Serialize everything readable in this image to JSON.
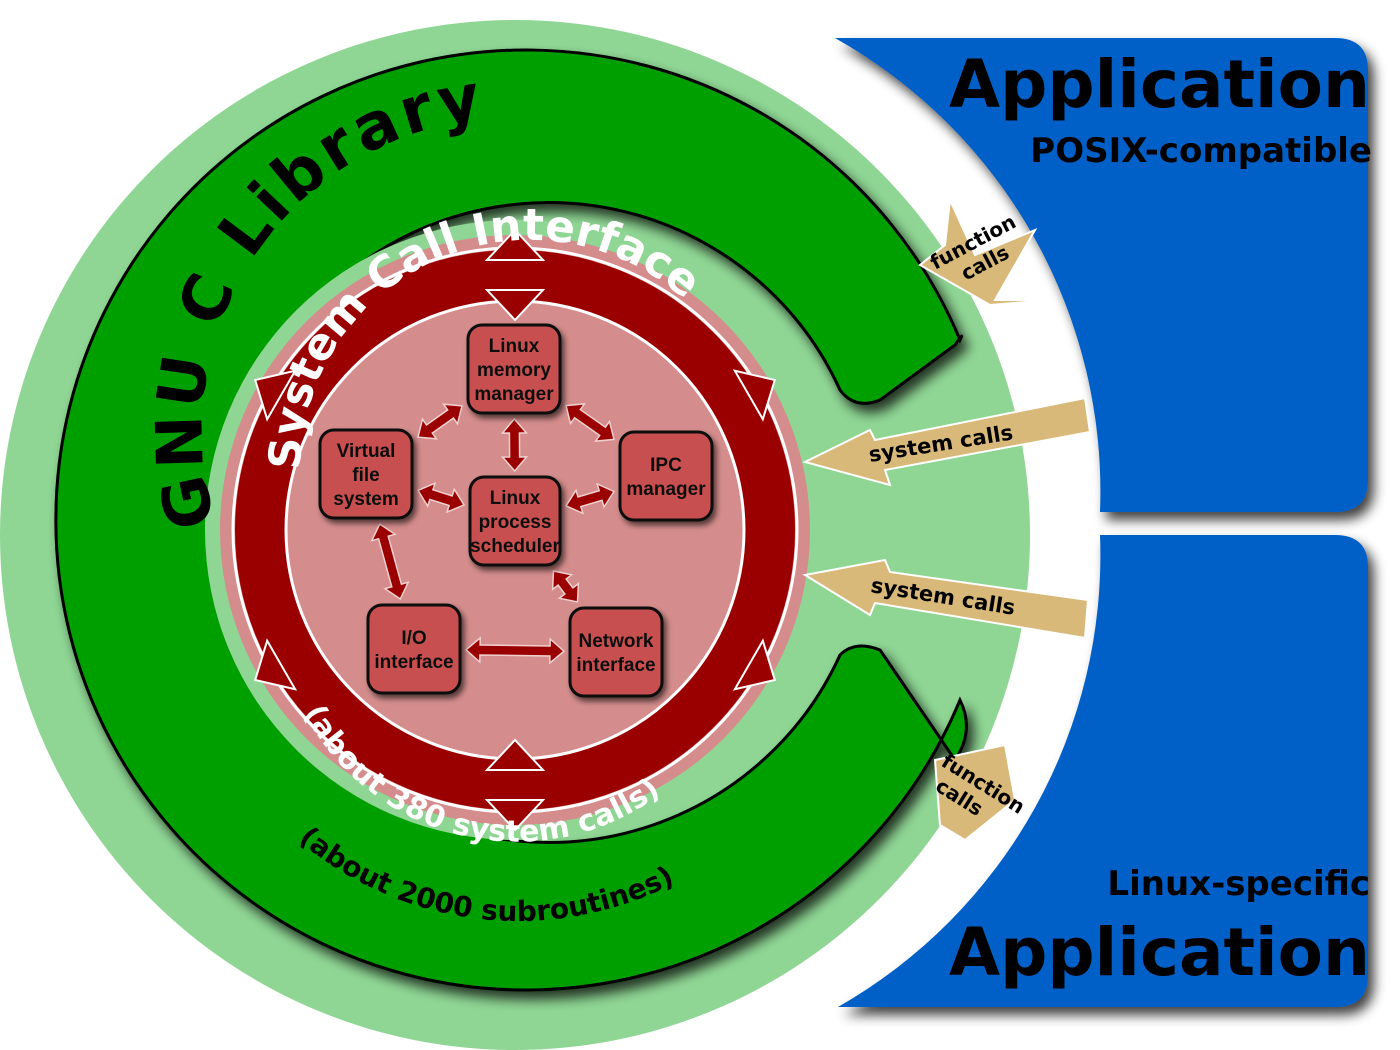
{
  "colors": {
    "outer_ring_light": "#8fd694",
    "c_shape_green": "#009f00",
    "inner_light_green": "#a6dca6",
    "syscall_ring_dark": "#9b0000",
    "syscall_inner_pink": "#d48c8c",
    "box_fill": "#c85050",
    "app_blue": "#0060c8",
    "call_arrow_tan": "#d9b97a"
  },
  "glibc": {
    "title": "GNU C Library",
    "subtitle": "(about 2000 subroutines)"
  },
  "syscall_interface": {
    "title": "System Call Interface",
    "subtitle": "(about 380 system calls)"
  },
  "kernel_components": [
    {
      "id": "memory",
      "lines": [
        "Linux",
        "memory",
        "manager"
      ]
    },
    {
      "id": "vfs",
      "lines": [
        "Virtual",
        "file",
        "system"
      ]
    },
    {
      "id": "scheduler",
      "lines": [
        "Linux",
        "process",
        "scheduler"
      ]
    },
    {
      "id": "ipc",
      "lines": [
        "IPC",
        "manager"
      ]
    },
    {
      "id": "io",
      "lines": [
        "I/O",
        "interface"
      ]
    },
    {
      "id": "network",
      "lines": [
        "Network",
        "interface"
      ]
    }
  ],
  "applications": {
    "posix": {
      "title": "Application",
      "subtitle": "POSIX-compatible"
    },
    "linux": {
      "title": "Application",
      "subtitle": "Linux-specific"
    }
  },
  "call_arrows": {
    "function_calls_top": [
      "function",
      "calls"
    ],
    "system_calls_top": "system calls",
    "system_calls_bottom": "system calls",
    "function_calls_bottom": [
      "function",
      "calls"
    ]
  }
}
